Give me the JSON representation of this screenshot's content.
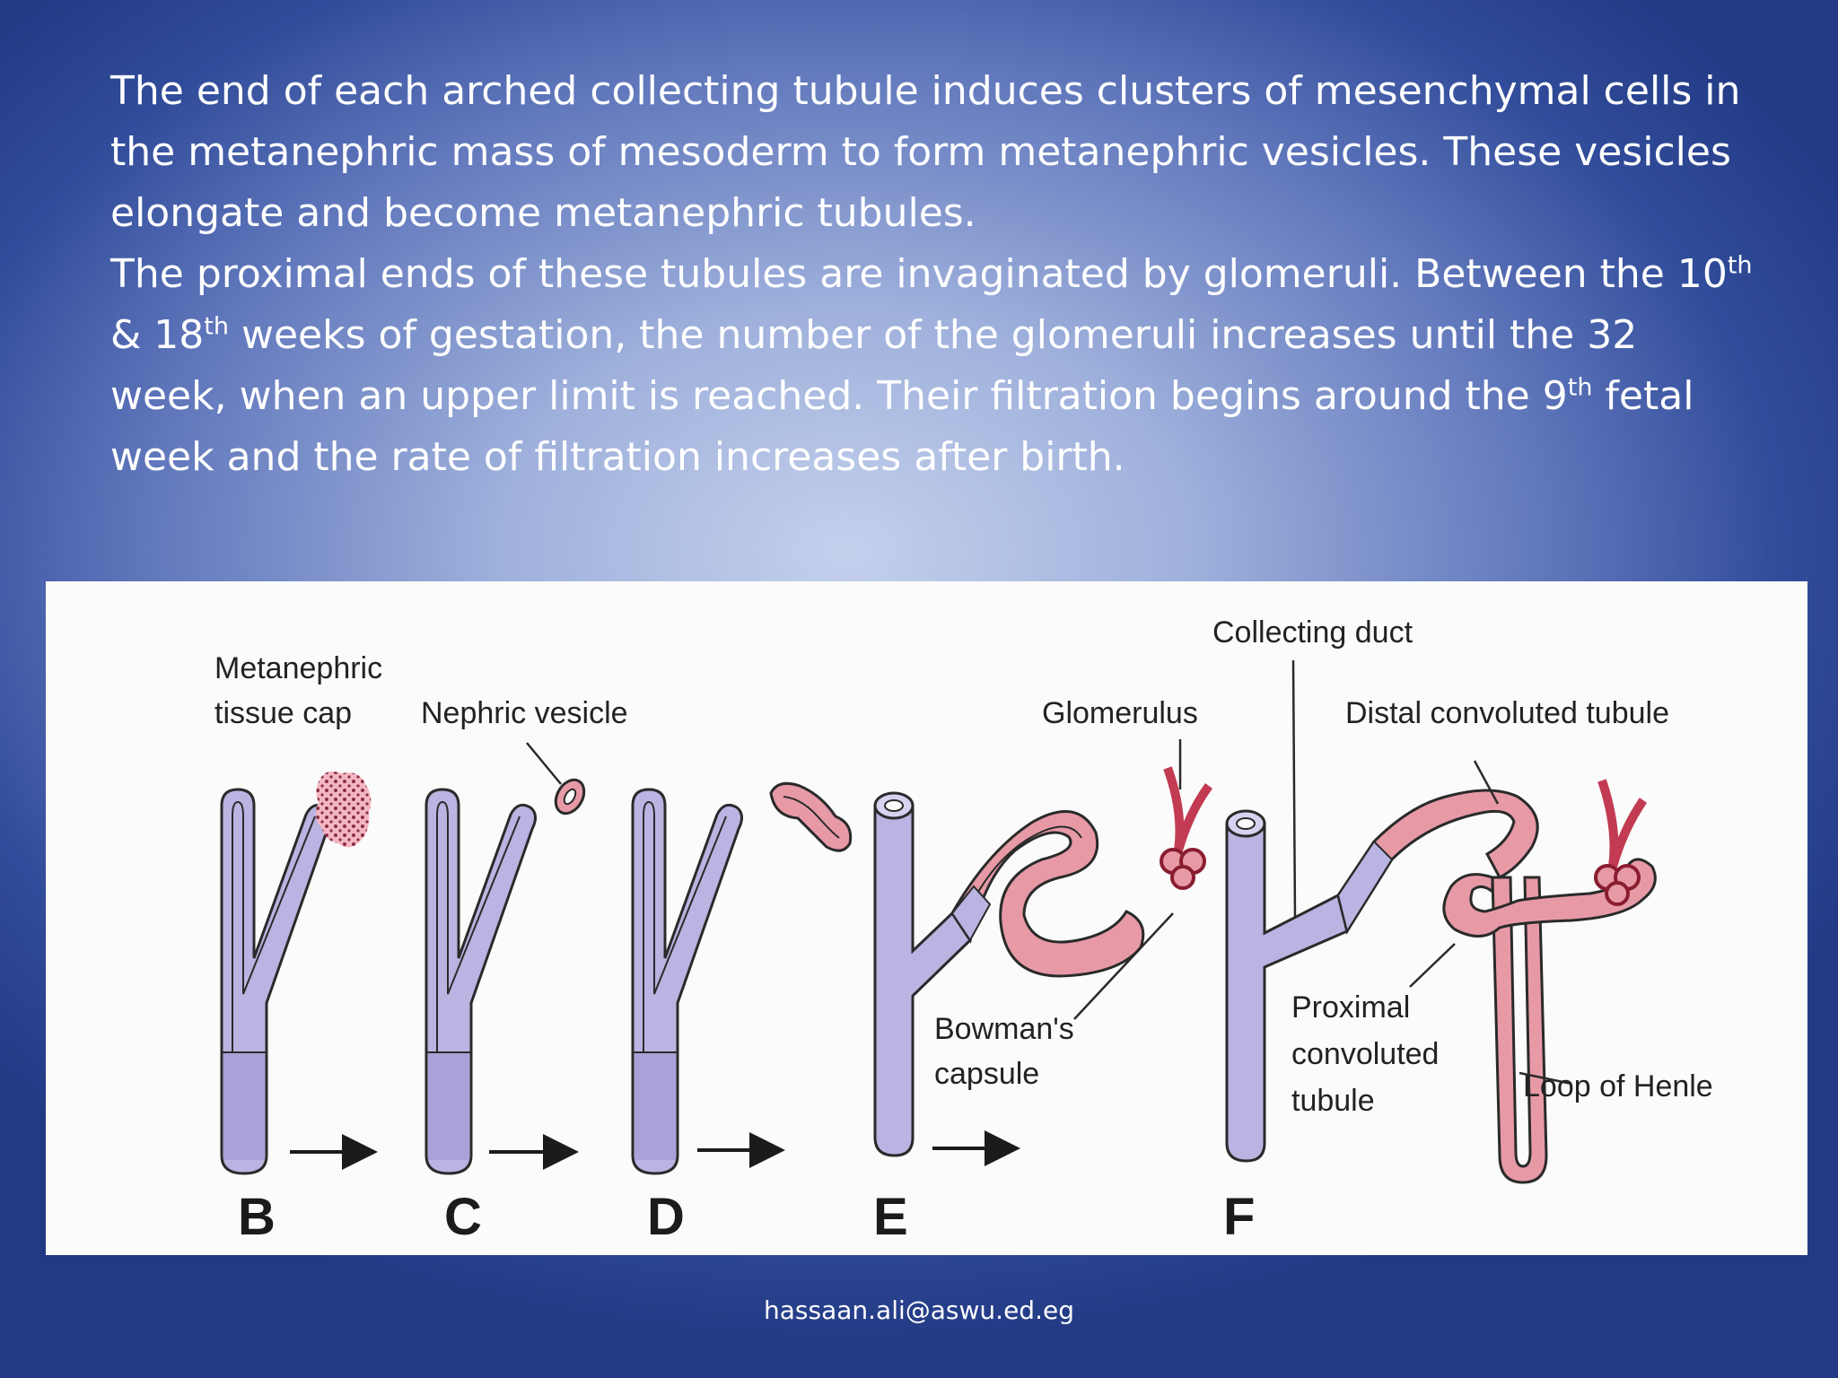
{
  "slide": {
    "paragraph_1": "The end of each arched collecting tubule induces clusters of mesenchymal cells in the metanephric mass of mesoderm to form metanephric vesicles. These vesicles elongate and become metanephric tubules.",
    "paragraph_2": {
      "part_1": "The proximal ends of these tubules are invaginated by glomeruli. Between the 10",
      "sup_1": "th",
      "part_2": " & 18",
      "sup_2": "th",
      "part_3": " weeks of gestation, the number of the glomeruli increases until the 32 week, when an upper limit is reached. Their filtration begins around the 9",
      "sup_3": "th",
      "part_4": " fetal week and the rate of filtration increases after birth."
    }
  },
  "figure": {
    "labels": {
      "metanephric_line1": "Metanephric",
      "metanephric_line2": "tissue cap",
      "nephric_vesicle": "Nephric vesicle",
      "glomerulus": "Glomerulus",
      "collecting_duct": "Collecting duct",
      "distal_convoluted_tubule": "Distal convoluted tubule",
      "bowmans_line1": "Bowman's",
      "bowmans_line2": "capsule",
      "proximal_line1": "Proximal",
      "proximal_line2": "convoluted",
      "proximal_line3": "tubule",
      "loop_of_henle": "Loop of Henle"
    },
    "stages": [
      "B",
      "C",
      "D",
      "E",
      "F"
    ],
    "colors": {
      "duct": "#b9b3e0",
      "duct_dark": "#a9a2d8",
      "tubule": "#e79aa6",
      "outline": "#2a2a2a"
    }
  },
  "footer": {
    "email": "hassaan.ali@aswu.ed.eg"
  }
}
